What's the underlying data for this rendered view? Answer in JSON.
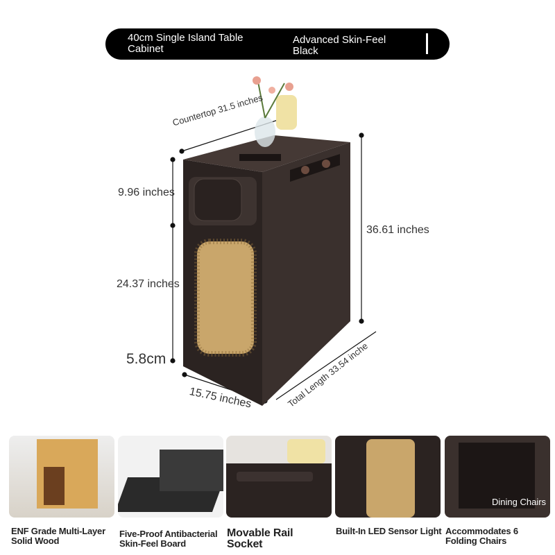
{
  "banner": {
    "left_text": "40cm Single Island Table Cabinet",
    "right_text": "Advanced Skin-Feel Black"
  },
  "dimensions": {
    "countertop": "Countertop 31.5 inches",
    "upper_height": "9.96 inches",
    "lower_height": "24.37 inches",
    "base_height": "5.8cm",
    "total_height": "36.61 inches",
    "width": "15.75 inches",
    "total_length": "Total Length 33.54 inche"
  },
  "features": [
    {
      "caption": "ENF Grade Multi-Layer Solid Wood"
    },
    {
      "caption": "Five-Proof Antibacterial Skin-Feel Board"
    },
    {
      "caption": "Movable Rail Socket"
    },
    {
      "caption": "Built-In LED Sensor Light"
    },
    {
      "caption": "Accommodates 6 Folding Chairs",
      "overlay": "Dining Chairs"
    }
  ],
  "colors": {
    "cabinet": "#2e2624",
    "rattan": "#c9a66b",
    "banner": "#000000"
  }
}
